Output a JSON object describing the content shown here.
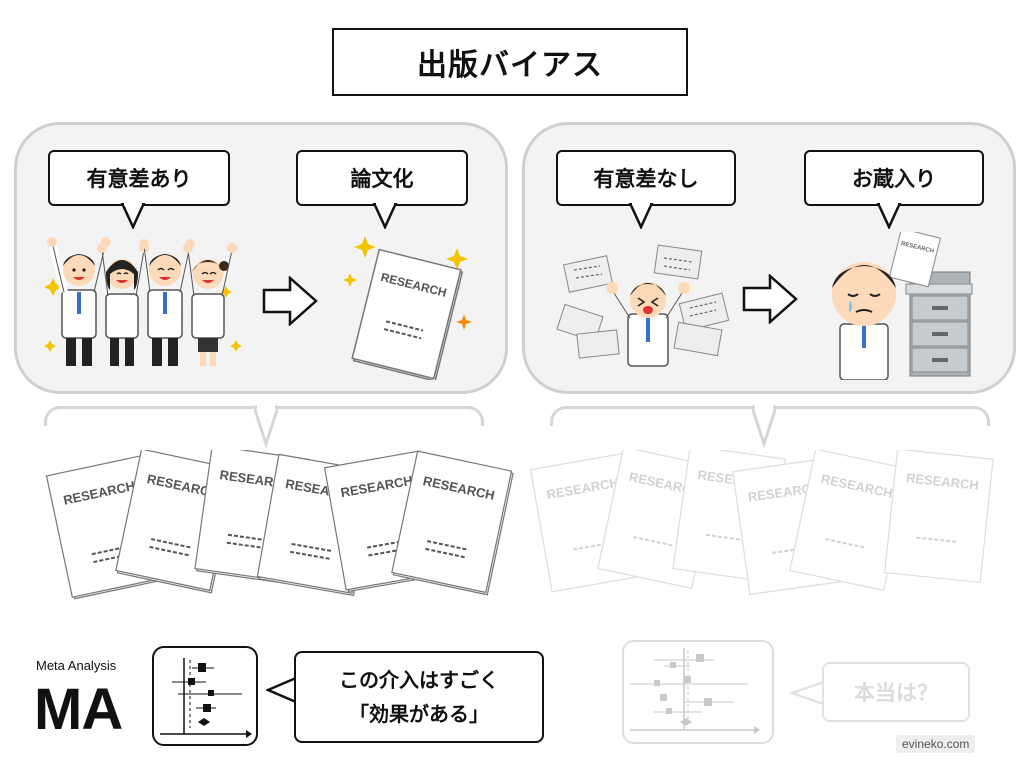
{
  "title": "出版バイアス",
  "left_panel": {
    "bubble_1": "有意差あり",
    "bubble_2": "論文化"
  },
  "right_panel": {
    "bubble_1": "有意差なし",
    "bubble_2": "お蔵入り"
  },
  "paper_label": "RESEARCH",
  "meta_analysis": {
    "label_small": "Meta Analysis",
    "label_big": "MA"
  },
  "effect_bubble": {
    "line_1": "この介入はすごく",
    "line_2": "「効果がある」"
  },
  "truth_bubble": "本当は？",
  "credit": "evineko.com",
  "colors": {
    "panel_bg": "#f3f3f3",
    "panel_border": "#cfcfcf",
    "faded": "#dddddd",
    "sparkle": "#f5c400"
  }
}
